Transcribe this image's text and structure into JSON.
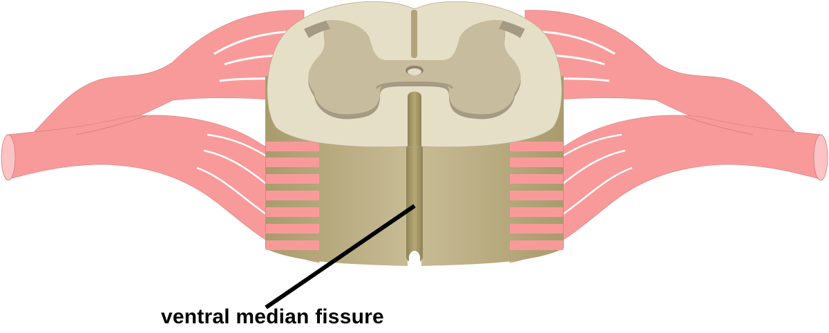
{
  "diagram": {
    "subject": "spinal cord segment with spinal nerve roots",
    "labels": [
      {
        "id": "ventral-median-fissure",
        "text": "ventral median fissure"
      }
    ]
  },
  "colors": {
    "background": "#ffffff",
    "white_matter_top": "#e6dfc8",
    "gray_matter": "#c8bc9e",
    "gray_matter_edge": "#a59a83",
    "cord_side_dark": "#a99b6c",
    "cord_side_light": "#c4b88f",
    "nerve_pink": "#f99a9a",
    "nerve_cut_end": "#fbc3c3",
    "leader_line": "#000000"
  }
}
